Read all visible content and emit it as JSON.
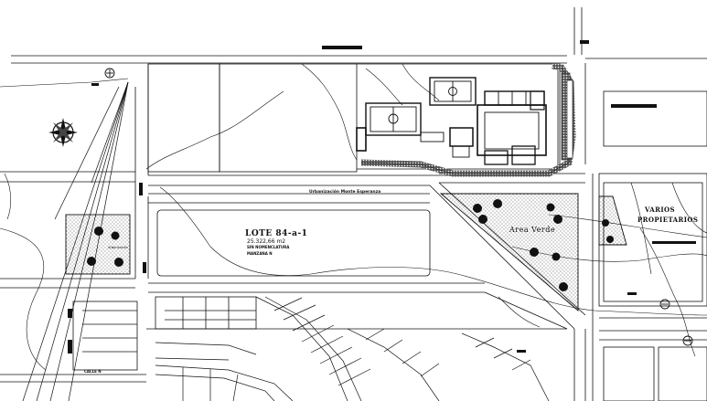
{
  "labels": {
    "lote_title": "LOTE 84-a-1",
    "lote_area": "25.322,66 m2",
    "lote_line1": "SIN NOMENCLATURA",
    "lote_line2": "MANZANA N",
    "road_name": "Urbanización Monte Esperanza",
    "area_verde": "Area  Verde",
    "varios_line1": "VARIOS",
    "varios_line2": "PROPIETARIOS",
    "bottom_street": "CALLE N",
    "tree_note": "Arborización"
  },
  "colors": {
    "ink": "#111111",
    "background": "#ffffff"
  },
  "icons": {
    "north_arrow": "compass-rose-icon",
    "survey_point": "survey-marker-icon"
  }
}
